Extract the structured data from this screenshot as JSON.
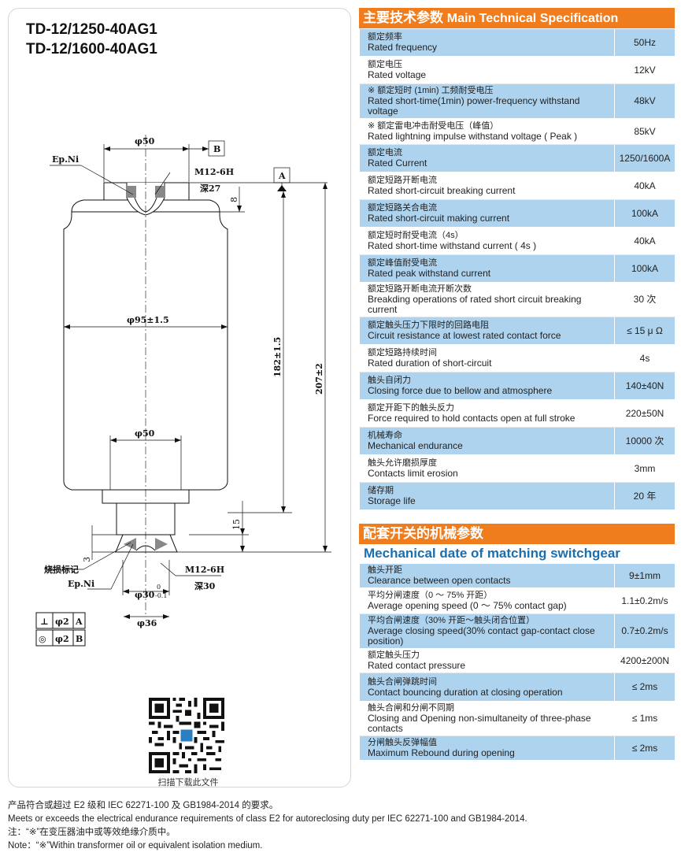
{
  "models": [
    "TD-12/1250-40AG1",
    "TD-12/1600-40AG1"
  ],
  "drawing": {
    "labels": {
      "top_dia": "φ50",
      "datum_b": "B",
      "ep_ni_top": "Ep.Ni",
      "thread_top": "M12-6H",
      "depth_top": "深27",
      "datum_a": "A",
      "dim_8": "8",
      "body_dia": "φ95±1.5",
      "body_len": "182±1.5",
      "total_len": "207±2",
      "bottom_dia": "φ50",
      "dim_15": "15",
      "dim_3": "3",
      "burn_mark": "烧损标记",
      "thread_bottom": "M12-6H",
      "ep_ni_bottom": "Ep.Ni",
      "depth_bottom": "深30",
      "shaft_dia": "φ30",
      "shaft_tol_upper": "0",
      "shaft_tol_lower": "-0.1",
      "flange_dia": "φ36",
      "tol_sym_1": "⊥",
      "tol_val_1": "φ2",
      "tol_ref_1": "A",
      "tol_sym_2": "◎",
      "tol_val_2": "φ2",
      "tol_ref_2": "B"
    },
    "qr_caption": "扫描下载此文件"
  },
  "main_spec": {
    "title_zh": "主要技术参数",
    "title_en": "Main Technical Specification",
    "rows": [
      {
        "zh": "额定频率",
        "en": "Rated frequency",
        "value": "50Hz"
      },
      {
        "zh": "额定电压",
        "en": "Rated voltage",
        "value": "12kV"
      },
      {
        "zh": "※ 额定短时 (1min) 工频耐受电压",
        "en": "Rated short-time(1min) power-frequency withstand voltage",
        "value": "48kV"
      },
      {
        "zh": "※ 额定雷电冲击耐受电压（峰值）",
        "en": "Rated lightning impulse withstand voltage ( Peak )",
        "value": "85kV"
      },
      {
        "zh": "额定电流",
        "en": "Rated Current",
        "value": "1250/1600A"
      },
      {
        "zh": "额定短路开断电流",
        "en": "Rated short-circuit breaking current",
        "value": "40kA"
      },
      {
        "zh": "额定短路关合电流",
        "en": "Rated short-circuit making current",
        "value": "100kA"
      },
      {
        "zh": "额定短时耐受电流（4s）",
        "en": "Rated short-time withstand current ( 4s )",
        "value": "40kA"
      },
      {
        "zh": "额定峰值耐受电流",
        "en": "Rated peak withstand current",
        "value": "100kA"
      },
      {
        "zh": "额定短路开断电流开断次数",
        "en": "Breakding operations of rated short circuit breaking current",
        "value": "30 次"
      },
      {
        "zh": "额定触头压力下限时的回路电阻",
        "en": "Circuit resistance at lowest rated contact force",
        "value": "≤ 15 μ Ω"
      },
      {
        "zh": "额定短路持续时间",
        "en": "Rated duration of short-circuit",
        "value": "4s"
      },
      {
        "zh": "触头自闭力",
        "en": "Closing force due to bellow and atmosphere",
        "value": "140±40N"
      },
      {
        "zh": "额定开距下的触头反力",
        "en": "Force required to hold contacts open at full stroke",
        "value": "220±50N"
      },
      {
        "zh": "机械寿命",
        "en": "Mechanical endurance",
        "value": "10000 次"
      },
      {
        "zh": "触头允许磨损厚度",
        "en": "Contacts limit erosion",
        "value": "3mm"
      },
      {
        "zh": "储存期",
        "en": "Storage life",
        "value": "20 年"
      }
    ]
  },
  "mech_spec": {
    "title_zh": "配套开关的机械参数",
    "title_en": "Mechanical date of matching switchgear",
    "rows": [
      {
        "zh": "触头开距",
        "en": "Clearance between open contacts",
        "value": "9±1mm"
      },
      {
        "zh": "平均分闸速度（0 ～ 75% 开距）",
        "en": "Average opening speed (0 ～ 75% contact gap)",
        "value": "1.1±0.2m/s"
      },
      {
        "zh": "平均合闸速度（30% 开距～触头闭合位置）",
        "en": "Average closing speed(30% contact gap-contact close position)",
        "value": "0.7±0.2m/s"
      },
      {
        "zh": "额定触头压力",
        "en": "Rated contact pressure",
        "value": "4200±200N"
      },
      {
        "zh": "触头合闸弹跳时间",
        "en": "Contact bouncing duration at closing operation",
        "value": "≤ 2ms"
      },
      {
        "zh": "触头合闸和分闸不同期",
        "en": "Closing and Opening non-simultaneity of three-phase contacts",
        "value": "≤ 1ms"
      },
      {
        "zh": "分闸触头反弹幅值",
        "en": "Maximum Rebound during opening",
        "value": "≤ 2ms"
      }
    ]
  },
  "footer": [
    "产品符合或超过 E2 级和 IEC 62271-100 及 GB1984-2014 的要求。",
    "Meets or exceeds the electrical endurance requirements of class E2 for autoreclosing duty per IEC 62271-100 and GB1984-2014.",
    "注：“※”在变压器油中或等效绝缘介质中。",
    "Note：“※”Within transformer oil or equivalent isolation medium."
  ],
  "colors": {
    "orange": "#f07d1d",
    "blue_row": "#aed3ee",
    "blue_title": "#1a6fb0"
  }
}
